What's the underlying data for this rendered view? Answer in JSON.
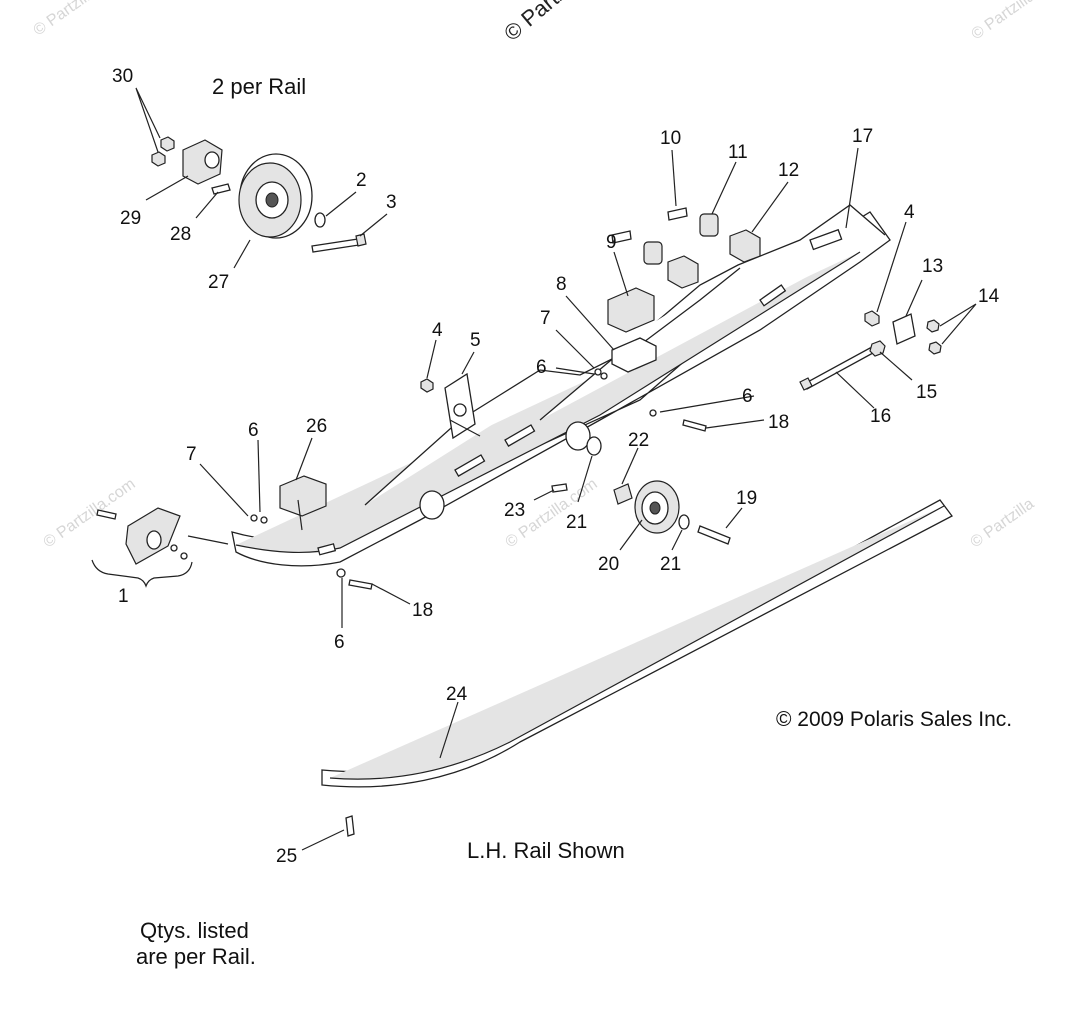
{
  "watermarks": {
    "top_left": "© Partzilla",
    "top_center": "© Partzilla",
    "top_right": "© Partzilla",
    "mid_left": "© Partzilla.com",
    "mid_center": "© Partzilla.com",
    "mid_right": "© Partzilla"
  },
  "notes": {
    "per_rail": "2 per Rail",
    "copyright": "© 2009 Polaris Sales Inc.",
    "rail_shown": "L.H. Rail Shown",
    "qty_line1": "Qtys. listed",
    "qty_line2": "are per Rail."
  },
  "callouts": [
    "30",
    "29",
    "28",
    "27",
    "2",
    "3",
    "10",
    "11",
    "12",
    "17",
    "9",
    "8",
    "7",
    "6",
    "4",
    "5",
    "4",
    "13",
    "14",
    "15",
    "16",
    "6",
    "18",
    "22",
    "23",
    "21",
    "20",
    "21",
    "19",
    "6",
    "26",
    "7",
    "1",
    "6",
    "18",
    "24",
    "25"
  ]
}
